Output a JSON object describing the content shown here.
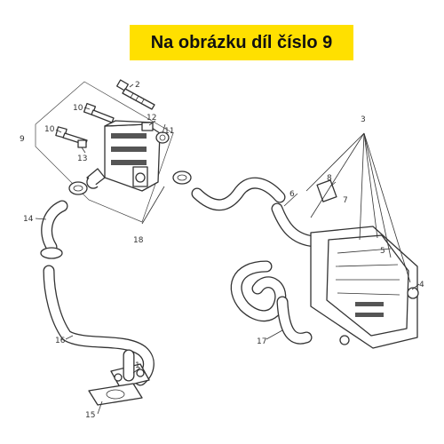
{
  "banner": {
    "text": "Na obrázku díl číslo 9"
  },
  "callouts": [
    "1",
    "2",
    "3",
    "4",
    "5",
    "6",
    "7",
    "8",
    "9",
    "10",
    "10",
    "11",
    "12",
    "13",
    "14",
    "15",
    "16",
    "17",
    "18"
  ]
}
